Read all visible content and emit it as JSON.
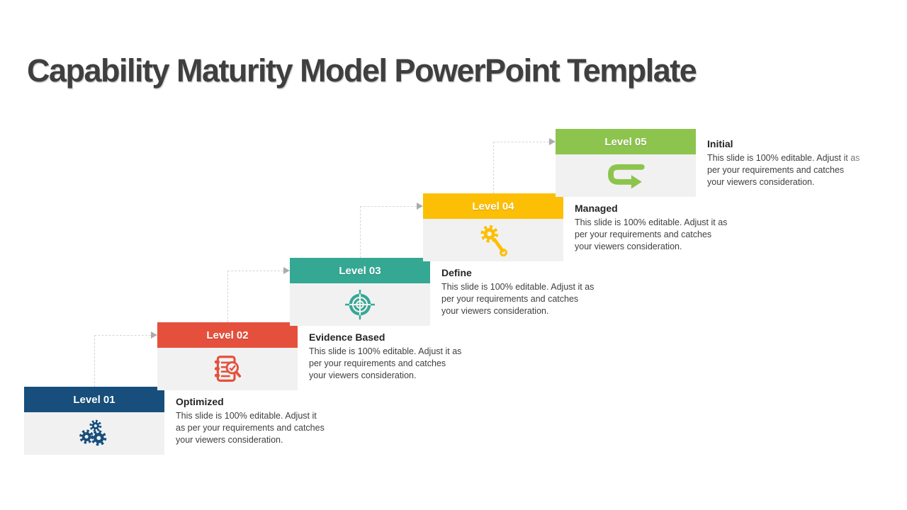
{
  "slide": {
    "title": "Capability Maturity Model PowerPoint Template",
    "title_color": "#3F3F3F",
    "background": "#FFFFFF"
  },
  "levels": [
    {
      "label": "Level 01",
      "heading": "Optimized",
      "color": "#174E7C",
      "icon": "gears-icon",
      "desc_lines": [
        "This slide is 100% editable. Adjust it",
        "as per your requirements and catches",
        "your viewers consideration."
      ]
    },
    {
      "label": "Level 02",
      "heading": "Evidence Based",
      "color": "#E5503C",
      "icon": "notebook-search-icon",
      "desc_lines": [
        "This slide is 100% editable. Adjust it as",
        "per your requirements and catches",
        "your viewers consideration."
      ]
    },
    {
      "label": "Level 03",
      "heading": "Define",
      "color": "#35A894",
      "icon": "target-icon",
      "desc_lines": [
        "This slide is 100% editable. Adjust it as",
        "per your requirements and catches",
        "your viewers consideration."
      ]
    },
    {
      "label": "Level 04",
      "heading": "Managed",
      "color": "#FCBF05",
      "icon": "gear-wrench-icon",
      "desc_lines": [
        "This slide is 100% editable. Adjust it as",
        "per your requirements and catches",
        "your viewers consideration."
      ]
    },
    {
      "label": "Level 05",
      "heading": "Initial",
      "color": "#8DC44E",
      "icon": "loop-arrow-icon",
      "desc_lines": [
        "This slide is 100% editable. Adjust it as",
        "per your requirements and catches",
        "your viewers consideration."
      ]
    }
  ],
  "styles": {
    "panel_bg": "#F1F1F2",
    "connector_color": "#D6D6D6",
    "arrow_color": "#ACACAC",
    "heading_color": "#252525",
    "desc_color": "#3F3F3F"
  }
}
